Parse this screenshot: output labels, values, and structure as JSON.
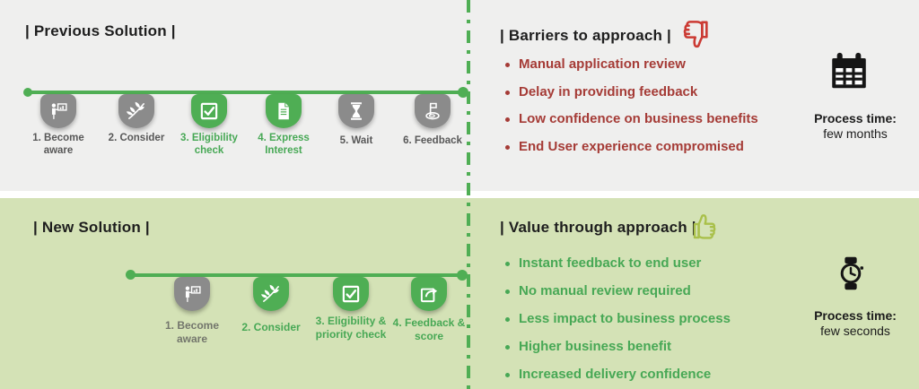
{
  "previous": {
    "title": "| Previous Solution |",
    "steps": [
      {
        "label": "1. Become aware",
        "icon": "presenter-icon",
        "highlighted": false
      },
      {
        "label": "2. Consider",
        "icon": "leaf-icon",
        "highlighted": false
      },
      {
        "label": "3. Eligibility check",
        "icon": "checkbox-icon",
        "highlighted": true
      },
      {
        "label": "4. Express Interest",
        "icon": "document-icon",
        "highlighted": true
      },
      {
        "label": "5. Wait",
        "icon": "hourglass-icon",
        "highlighted": false
      },
      {
        "label": "6. Feedback",
        "icon": "golf-flag-icon",
        "highlighted": false
      }
    ]
  },
  "new_solution": {
    "title": "| New Solution |",
    "steps": [
      {
        "label": "1. Become aware",
        "icon": "presenter-icon",
        "highlighted": false
      },
      {
        "label": "2. Consider",
        "icon": "leaf-icon",
        "highlighted": true
      },
      {
        "label": "3. Eligibility & priority check",
        "icon": "checkbox-icon",
        "highlighted": true
      },
      {
        "label": "4. Feedback & score",
        "icon": "share-icon",
        "highlighted": true
      }
    ]
  },
  "barriers": {
    "title": "| Barriers to approach |",
    "title_icon": "thumbs-down-icon",
    "items": [
      "Manual application review",
      "Delay in providing feedback",
      "Low confidence on business benefits",
      "End User experience compromised"
    ],
    "process_time_label": "Process time:",
    "process_time_value": "few months",
    "time_icon": "calendar-icon"
  },
  "value": {
    "title": "| Value through approach |",
    "title_icon": "thumbs-up-icon",
    "items": [
      "Instant feedback to end user",
      "No manual review required",
      "Less impact to business process",
      "Higher business benefit",
      "Increased delivery confidence"
    ],
    "process_time_label": "Process time:",
    "process_time_value": "few seconds",
    "time_icon": "wristwatch-icon"
  },
  "colors": {
    "accent_green": "#4fae54",
    "text_green": "#47a855",
    "barrier_red": "#a53b36",
    "thumb_red": "#cb3a33",
    "thumb_yellow_green": "#a9c04a",
    "top_background": "#efefee",
    "bottom_background": "#d4e2b6",
    "gray_badge": "#8b8b8b"
  }
}
